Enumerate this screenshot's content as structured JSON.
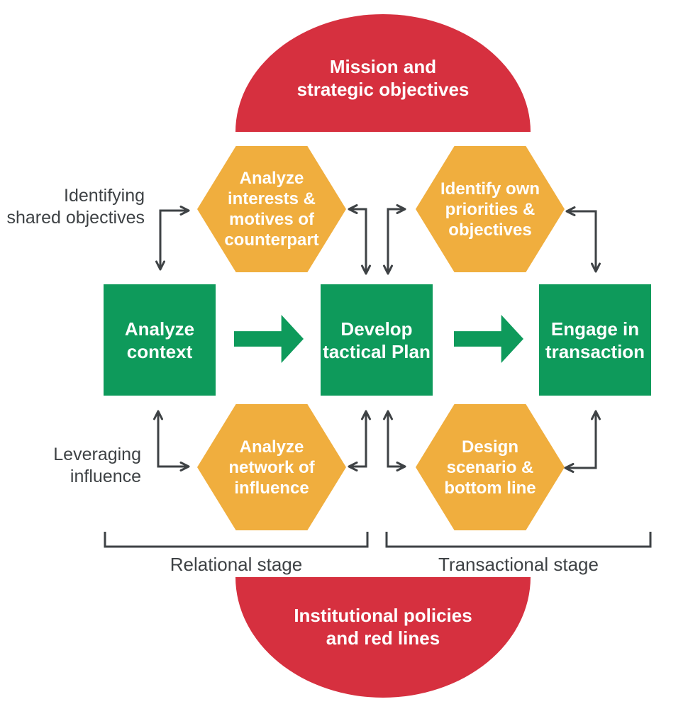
{
  "title": "Negotiation process diagram",
  "colors": {
    "red": "#D6303F",
    "amber": "#F0AE3E",
    "green": "#0E9A5B",
    "ink": "#3E4245",
    "bg": "#FFFFFF"
  },
  "domes": {
    "top": {
      "line1": "Mission and",
      "line2": "strategic objectives"
    },
    "bottom": {
      "line1": "Institutional policies",
      "line2": "and red lines"
    }
  },
  "hexagons": {
    "top_left": {
      "lines": [
        "Analyze",
        "interests &",
        "motives of",
        "counterpart"
      ]
    },
    "top_right": {
      "lines": [
        "Identify own",
        "priorities &",
        "objectives"
      ]
    },
    "bottom_left": {
      "lines": [
        "Analyze",
        "network of",
        "influence"
      ]
    },
    "bottom_right": {
      "lines": [
        "Design",
        "scenario &",
        "bottom line"
      ]
    }
  },
  "squares": {
    "left": {
      "line1": "Analyze",
      "line2": "context"
    },
    "middle": {
      "line1": "Develop",
      "line2": "tactical Plan"
    },
    "right": {
      "line1": "Engage in",
      "line2": "transaction"
    }
  },
  "side_labels": {
    "top": {
      "line1": "Identifying",
      "line2": "shared objectives"
    },
    "bottom": {
      "line1": "Leveraging",
      "line2": "influence"
    }
  },
  "stage_labels": {
    "left": "Relational stage",
    "right": "Transactional stage"
  }
}
